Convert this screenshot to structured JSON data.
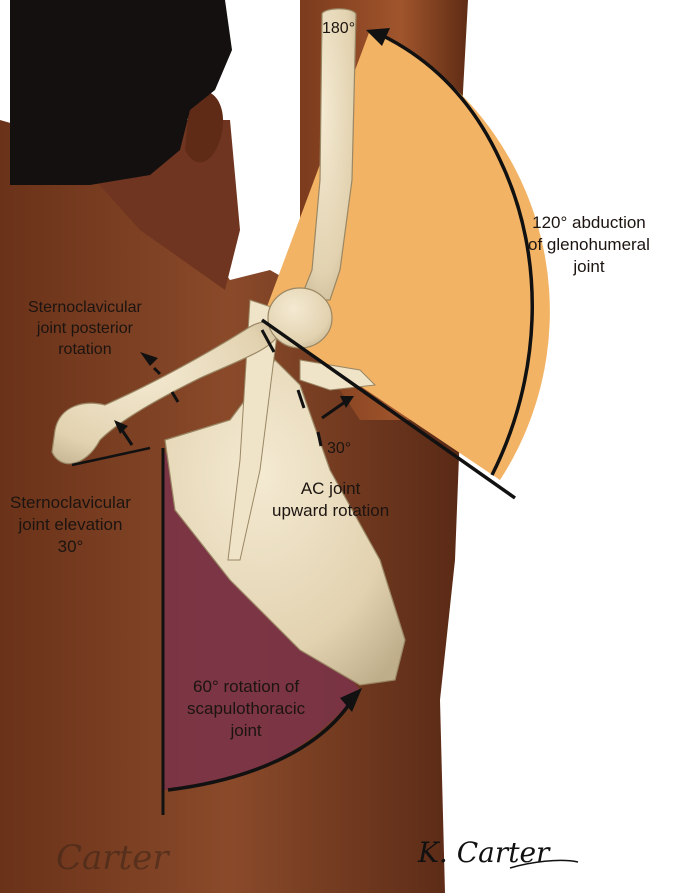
{
  "labels": {
    "top_angle": "180°",
    "gh_line1": "120° abduction",
    "gh_line2": "of glenohumeral",
    "gh_line3": "joint",
    "sc_rot_line1": "Sternoclavicular",
    "sc_rot_line2": "joint posterior",
    "sc_rot_line3": "rotation",
    "ac_angle": "30°",
    "ac_line1": "AC joint",
    "ac_line2": "upward rotation",
    "sc_elev_line1": "Sternoclavicular",
    "sc_elev_line2": "joint elevation",
    "sc_elev_line3": "30°",
    "st_line1": "60° rotation of",
    "st_line2": "scapulothoracic",
    "st_line3": "joint"
  },
  "signatures": {
    "left": "Carter",
    "right": "K. Carter"
  },
  "colors": {
    "skin": "#7a3e22",
    "skin_dark": "#4a2414",
    "hair": "#141010",
    "bone": "#e9dcc0",
    "bone_shade": "#b9a885",
    "gh_sector": "#f2b365",
    "st_sector": "#7a3347",
    "line": "#111111"
  }
}
